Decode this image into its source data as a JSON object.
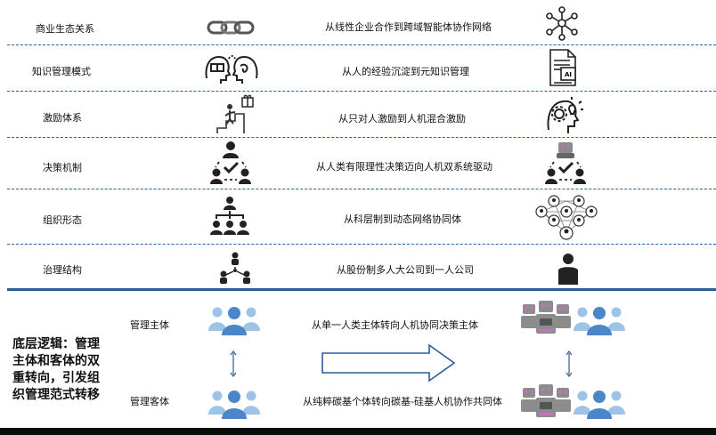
{
  "rows": [
    {
      "label": "商业生态关系",
      "desc": "从线性企业合作到跨域智能体协作网络",
      "left_icon": "chain-link-icon",
      "right_icon": "network-hub-icon"
    },
    {
      "label": "知识管理模式",
      "desc": "从人的经验沉淀到元知识管理",
      "left_icon": "knowledge-heads-icon",
      "right_icon": "ai-document-icon"
    },
    {
      "label": "激励体系",
      "desc": "从只对人激励到人机混合激励",
      "left_icon": "stairs-reward-icon",
      "right_icon": "head-gear-bulb-icon"
    },
    {
      "label": "决策机制",
      "desc": "从人类有限理性决策迈向人机双系统驱动",
      "left_icon": "group-decision-icon",
      "right_icon": "robot-decision-icon"
    },
    {
      "label": "组织形态",
      "desc": "从科层制到动态网络协同体",
      "left_icon": "hierarchy-org-icon",
      "right_icon": "dynamic-network-icon"
    },
    {
      "label": "治理结构",
      "desc": "从股份制多人大公司到一人公司",
      "left_icon": "shareholder-structure-icon",
      "right_icon": "single-person-icon"
    }
  ],
  "summary": "底层逻辑：管理主体和客体的双重转向，引发组织管理范式转移",
  "subject": {
    "label": "管理主体",
    "desc": "从单一人类主体转向人机协同决策主体"
  },
  "object": {
    "label": "管理客体",
    "desc": "从纯粹碳基个体转向碳基-硅基人机协作共同体"
  },
  "colors": {
    "accent_blue": "#2e5b9a",
    "people_blue": "#4a86c8",
    "people_light": "#9dc3e6",
    "robot_gray": "#8c8c8c",
    "robot_pink": "#d36ac6"
  }
}
